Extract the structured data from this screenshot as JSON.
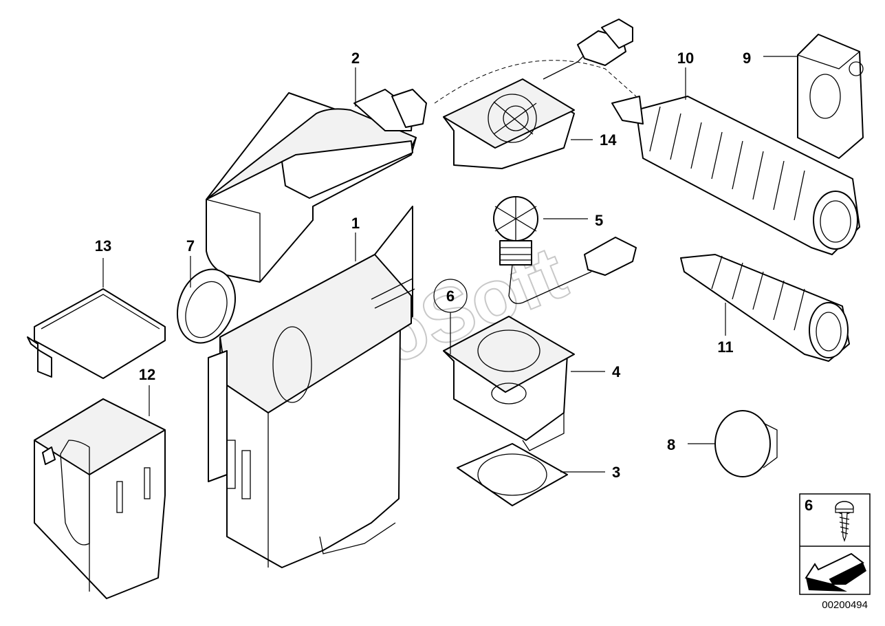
{
  "watermark": "AutoSoft",
  "callouts": {
    "p1": "1",
    "p2": "2",
    "p3": "3",
    "p4": "4",
    "p5": "5",
    "p6": "6",
    "p7": "7",
    "p8": "8",
    "p9": "9",
    "p10": "10",
    "p11": "11",
    "p12": "12",
    "p13": "13",
    "p14": "14"
  },
  "legend": {
    "item_number": "6",
    "icons": [
      "screw-icon",
      "arrow-icon"
    ]
  },
  "diagram_code": "00200494"
}
